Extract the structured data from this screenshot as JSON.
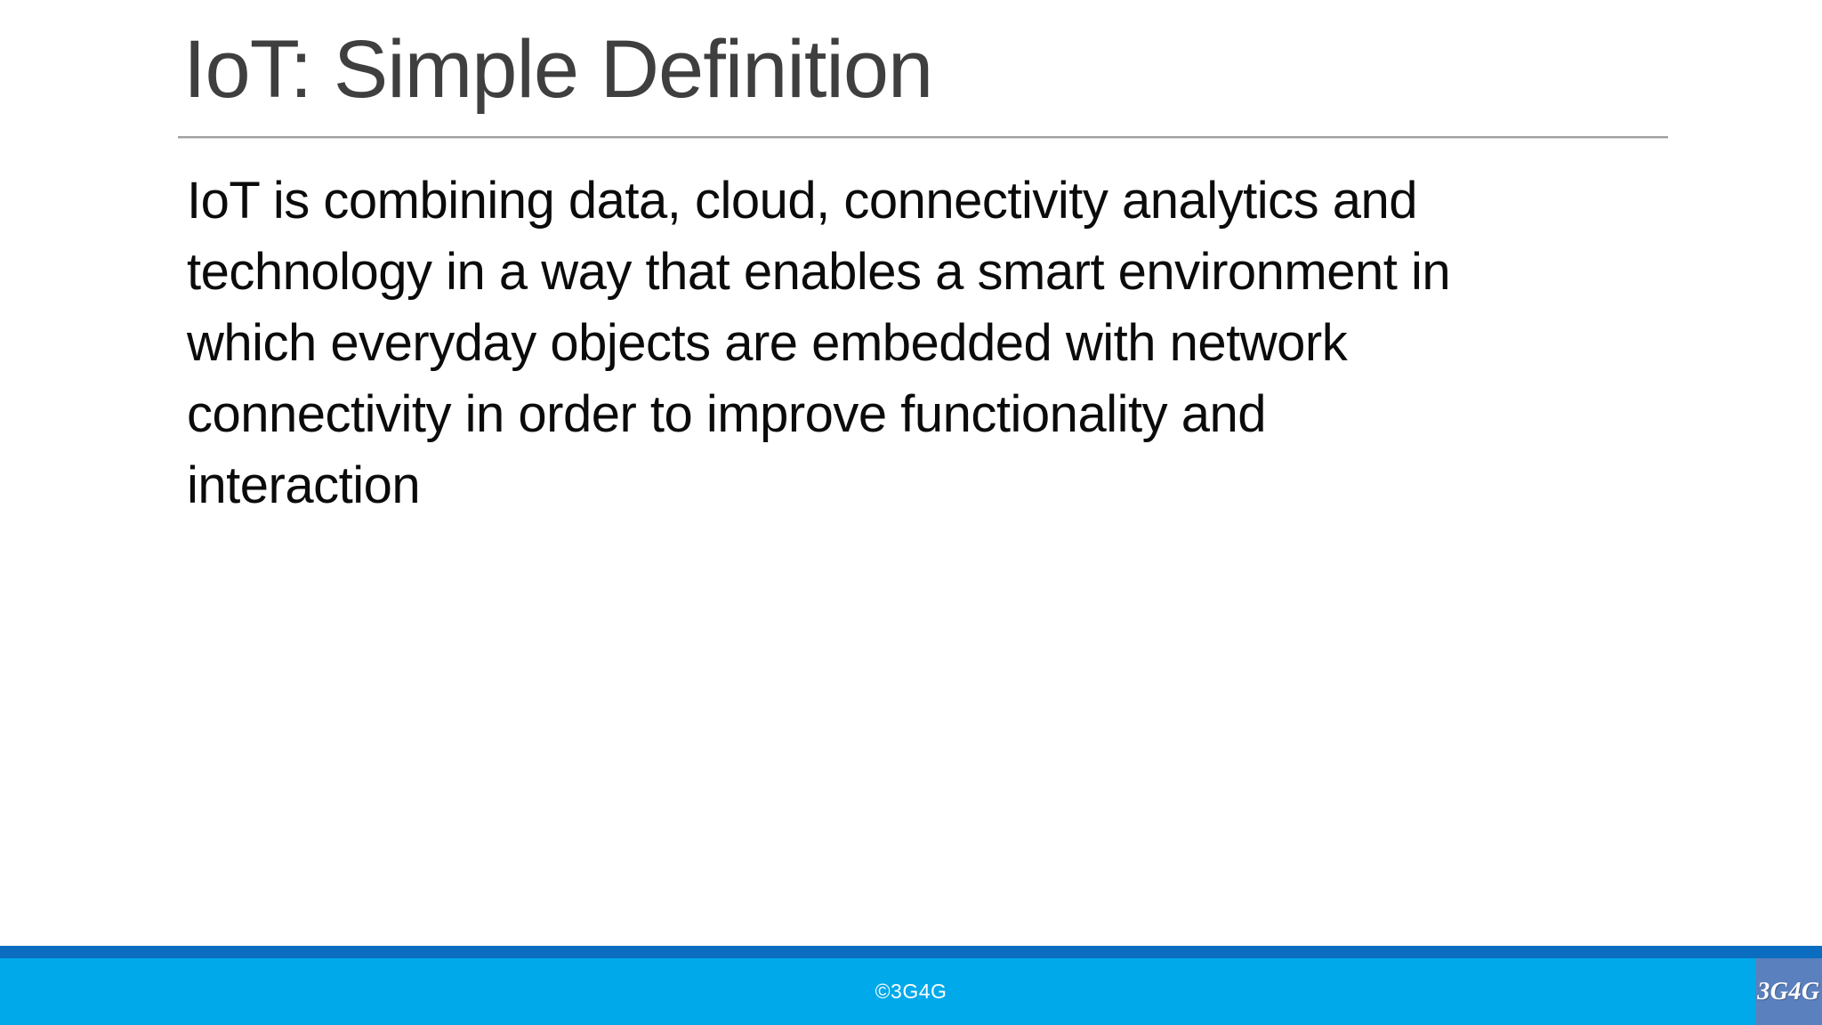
{
  "slide": {
    "title": "IoT: Simple Definition",
    "body": {
      "lines": [
        "IoT is combining data, cloud, connectivity analytics and",
        "technology in a way that enables a smart environment in",
        "which everyday objects are embedded with network",
        "connectivity in order to improve functionality and",
        "interaction"
      ]
    },
    "footer": {
      "copyright": "©3G4G",
      "logo_text": "3G4G"
    },
    "colors": {
      "title_text": "#3f3f3f",
      "body_text": "#0b0b0b",
      "divider": "#a0a0a0",
      "footer_stripe": "#0b6dbf",
      "footer_bar": "#00a9ea",
      "footer_text": "#ffffff",
      "logo_bg": "#5a80be",
      "logo_text": "#ffffff"
    }
  }
}
